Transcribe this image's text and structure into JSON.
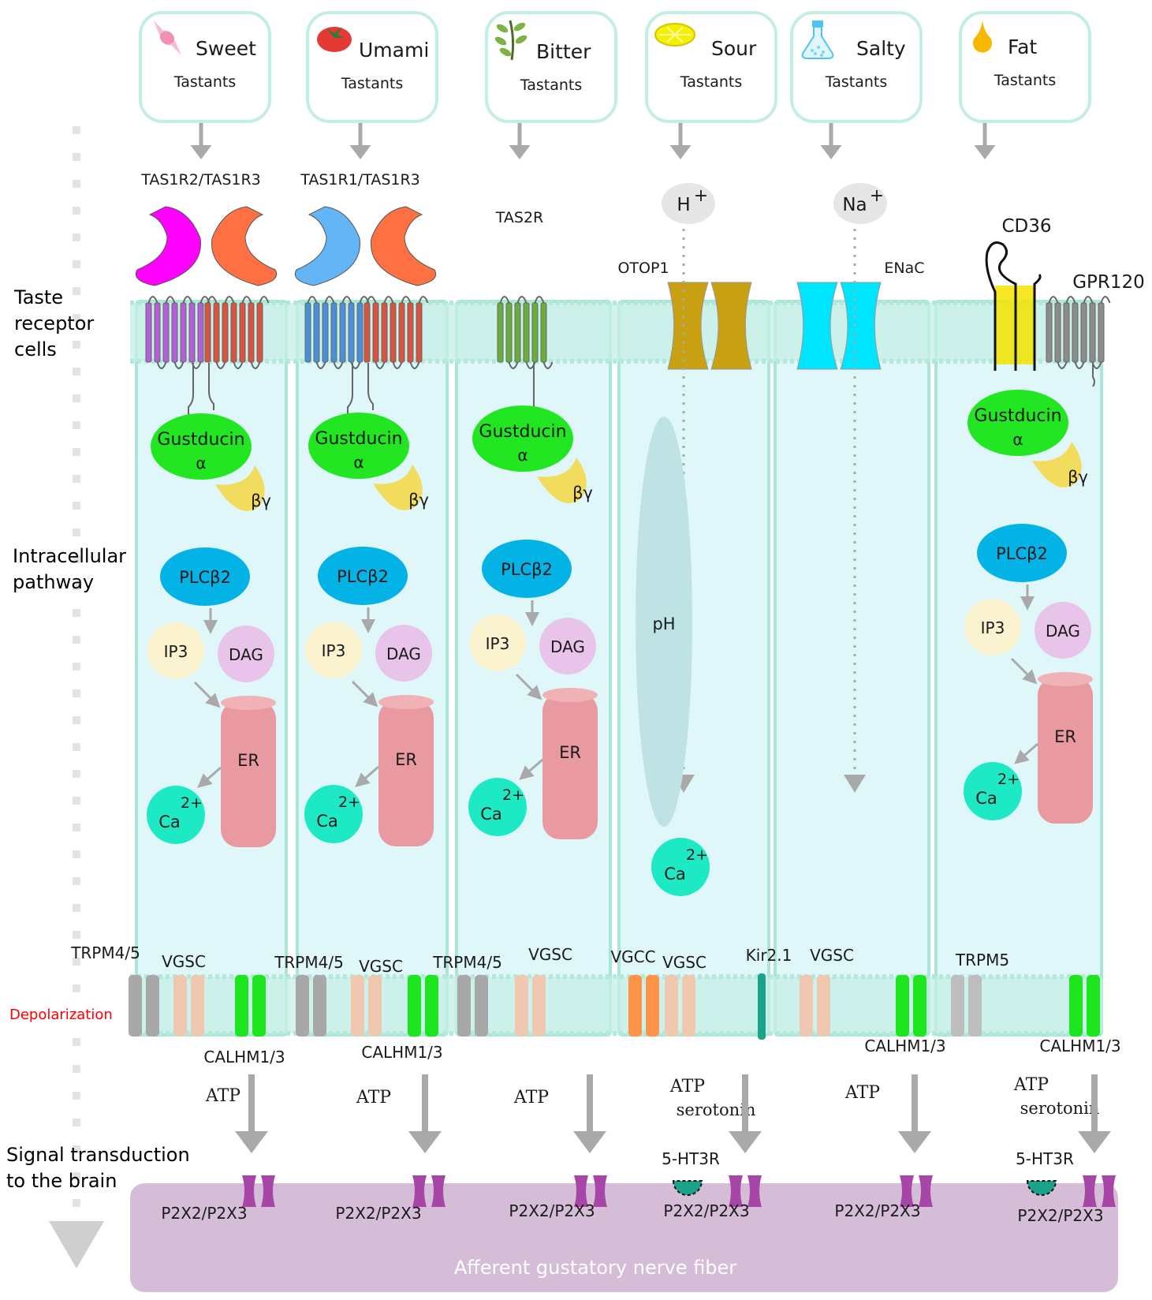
{
  "columns": [
    {
      "taste": "Sweet",
      "tastants": "Tastants",
      "icon": "candy-icon",
      "receptor": "TAS1R2/TAS1R3",
      "type": "gpcr",
      "gpcr_colors": [
        "#ff00ff",
        "#ff7043"
      ],
      "tm_colors": [
        "#b35fd8",
        "#d9533e"
      ],
      "channels": [
        "TRPM4/5",
        "VGSC",
        "CALHM1/3"
      ],
      "atp": "ATP",
      "p2x": "P2X2/P2X3"
    },
    {
      "taste": "Umami",
      "tastants": "Tastants",
      "icon": "tomato-icon",
      "receptor": "TAS1R1/TAS1R3",
      "type": "gpcr",
      "gpcr_colors": [
        "#64b5f6",
        "#ff7043"
      ],
      "tm_colors": [
        "#4a90d9",
        "#d9533e"
      ],
      "channels": [
        "TRPM4/5",
        "VGSC",
        "CALHM1/3"
      ],
      "atp": "ATP",
      "p2x": "P2X2/P2X3"
    },
    {
      "taste": "Bitter",
      "tastants": "Tastants",
      "icon": "herb-icon",
      "receptor": "TAS2R",
      "type": "gpcr-single",
      "tm_colors": [
        "#6aad3d"
      ],
      "channels": [
        "TRPM4/5",
        "VGSC"
      ],
      "atp": "ATP",
      "p2x": "P2X2/P2X3"
    },
    {
      "taste": "Sour",
      "tastants": "Tastants",
      "icon": "lemon-icon",
      "receptor": "OTOP1",
      "ion": "H",
      "ion_charge": "+",
      "type": "channel",
      "channel_color": "#c9a012",
      "inner": "pH",
      "channels": [
        "VGCC",
        "VGSC",
        "Kir2.1"
      ],
      "atp": "ATP",
      "transmitter2": "serotonin",
      "ht3": "5-HT3R",
      "p2x": "P2X2/P2X3"
    },
    {
      "taste": "Salty",
      "tastants": "Tastants",
      "icon": "flask-icon",
      "receptor": "ENaC",
      "ion": "Na",
      "ion_charge": "+",
      "type": "channel",
      "channel_color": "#00e5ff",
      "channels": [
        "VGSC",
        "CALHM1/3"
      ],
      "atp": "ATP",
      "p2x": "P2X2/P2X3"
    },
    {
      "taste": "Fat",
      "tastants": "Tastants",
      "icon": "drop-icon",
      "receptor": "CD36",
      "receptor2": "GPR120",
      "type": "fat",
      "channels": [
        "TRPM5",
        "CALHM1/3"
      ],
      "atp": "ATP",
      "transmitter2": "serotonin",
      "ht3": "5-HT3R",
      "p2x": "P2X2/P2X3"
    }
  ],
  "side_labels": {
    "receptor_cells": [
      "Taste",
      "receptor",
      "cells"
    ],
    "pathway": [
      "Intracellular",
      "pathway"
    ],
    "depolarization": "Depolarization",
    "signal": [
      "Signal transduction",
      "to the brain"
    ]
  },
  "pathway_labels": {
    "gustducin": "Gustducin",
    "alpha": "α",
    "betagamma": "βγ",
    "plc": "PLCβ2",
    "ip3": "IP3",
    "dag": "DAG",
    "er": "ER",
    "ca": "Ca",
    "ca_charge": "2+"
  },
  "nerve_label": "Afferent gustatory nerve fiber",
  "colors": {
    "cell_fill": "#e0f7fa",
    "cell_stroke": "#a8e6d6",
    "membrane": "#c6efe6",
    "nerve": "#d5bcd7",
    "gustducin": "#22e622",
    "betagamma": "#f2dc5d",
    "plc": "#03b3e6",
    "ip3": "#fbf3cf",
    "dag": "#e9c4ea",
    "er": "#e99aa0",
    "ca": "#1de9c4",
    "p2x": "#a746a6",
    "depolarization": "#ff0000",
    "arrow": "#a9a9a9"
  }
}
